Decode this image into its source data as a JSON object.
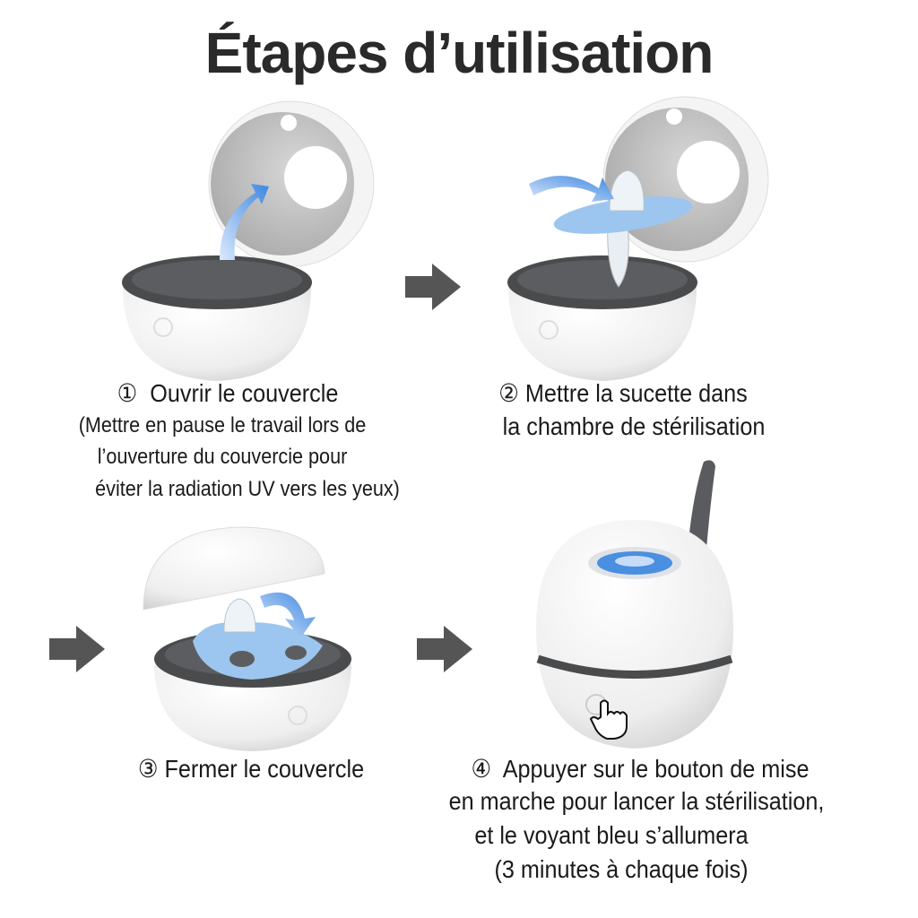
{
  "title": "Étapes d’utilisation",
  "steps": [
    {
      "number": "①",
      "label": "Ouvrir le couvercle",
      "note": [
        "(Mettre en pause le travail lors de",
        "l’ouverture du couvercie pour",
        "éviter la radiation UV vers les yeux)"
      ]
    },
    {
      "number": "②",
      "label": [
        "Mettre la sucette dans",
        "la chambre de stérilisation"
      ]
    },
    {
      "number": "③",
      "label": "Fermer le couvercle"
    },
    {
      "number": "④",
      "label": [
        "Appuyer sur le bouton de mise",
        "en marche pour lancer la stérilisation,",
        "et le voyant bleu s’allumera",
        "(3 minutes à chaque fois)"
      ]
    }
  ],
  "colors": {
    "device_white": "#f2f2f2",
    "rim_dark": "#4a4b4d",
    "arrow_gray": "#555555",
    "uv_blue": "#4a8fe0",
    "pacifier_blue": "#9cc6ef"
  }
}
